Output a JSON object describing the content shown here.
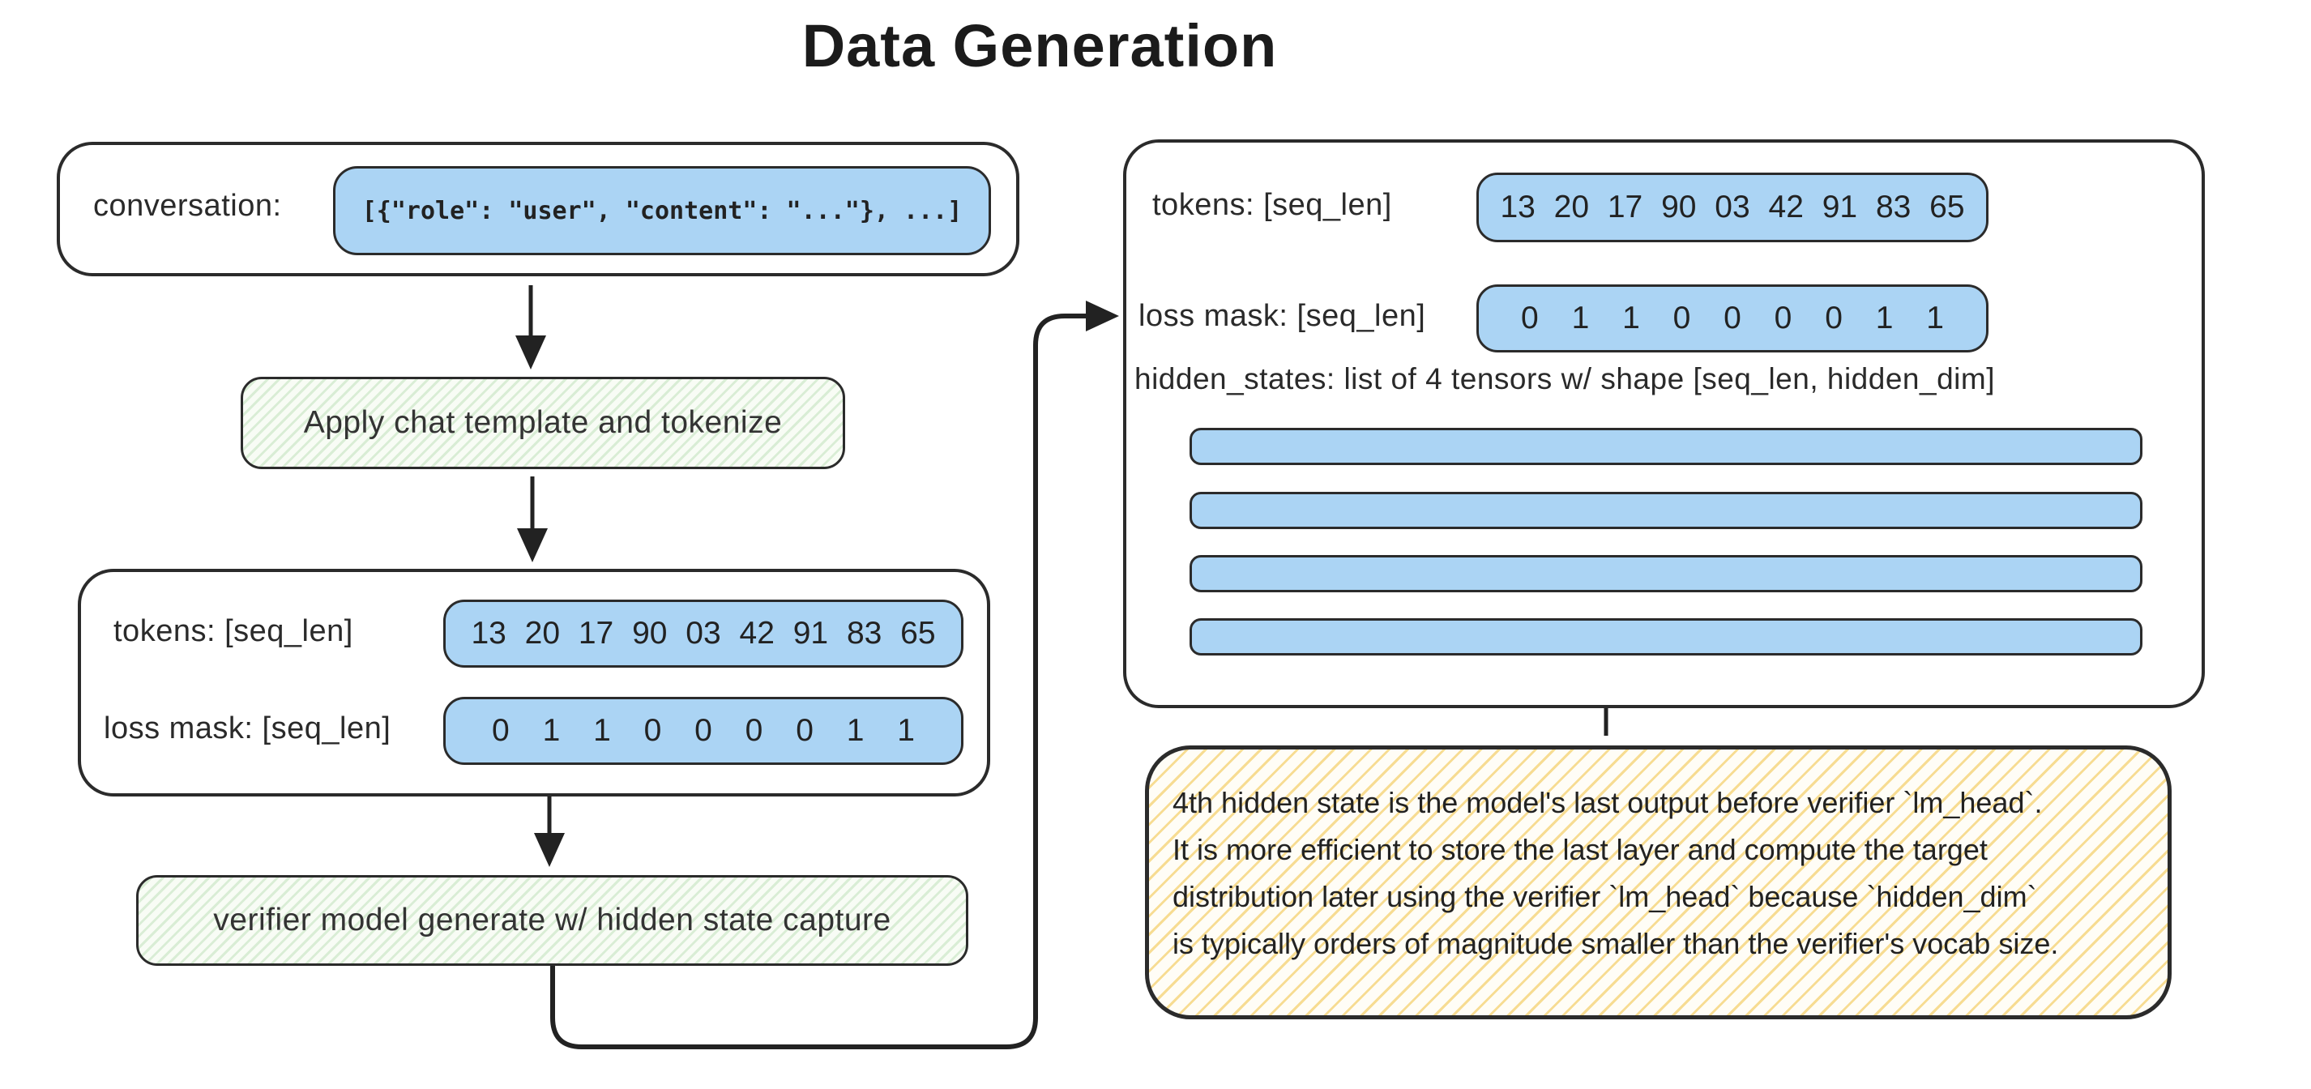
{
  "title": "Data Generation",
  "colors": {
    "pill_blue": "#abd4f4",
    "green_stripe": "#d9edd5",
    "yellow_stripe": "#f7dc92",
    "outline": "#2b2b2b"
  },
  "left": {
    "conversation_label": "conversation:",
    "conversation_code": "[{\"role\": \"user\", \"content\": \"...\"}, ...]",
    "step1_label": "Apply chat template and tokenize",
    "tokens_label": "tokens: [seq_len]",
    "tokens_values": "13 20 17 90 03 42 91 83 65",
    "loss_mask_label": "loss mask: [seq_len]",
    "loss_mask_values": "0 1 1 0 0 0 0 1 1",
    "step2_label": "verifier model generate w/ hidden state capture"
  },
  "right": {
    "tokens_label": "tokens: [seq_len]",
    "tokens_values": "13 20 17 90 03 42 91 83 65",
    "loss_mask_label": "loss mask: [seq_len]",
    "loss_mask_values": "0 1 1 0 0 0 0 1 1",
    "hidden_states_label": "hidden_states: list of 4 tensors w/ shape [seq_len, hidden_dim]",
    "hidden_states_count": 4
  },
  "note": {
    "lines": [
      "4th hidden state is the model's last output before verifier `lm_head`.",
      "It is more efficient to store the last layer and compute the target",
      "distribution later using the verifier `lm_head` because `hidden_dim`",
      "is typically orders of magnitude smaller than the verifier's vocab size."
    ]
  }
}
